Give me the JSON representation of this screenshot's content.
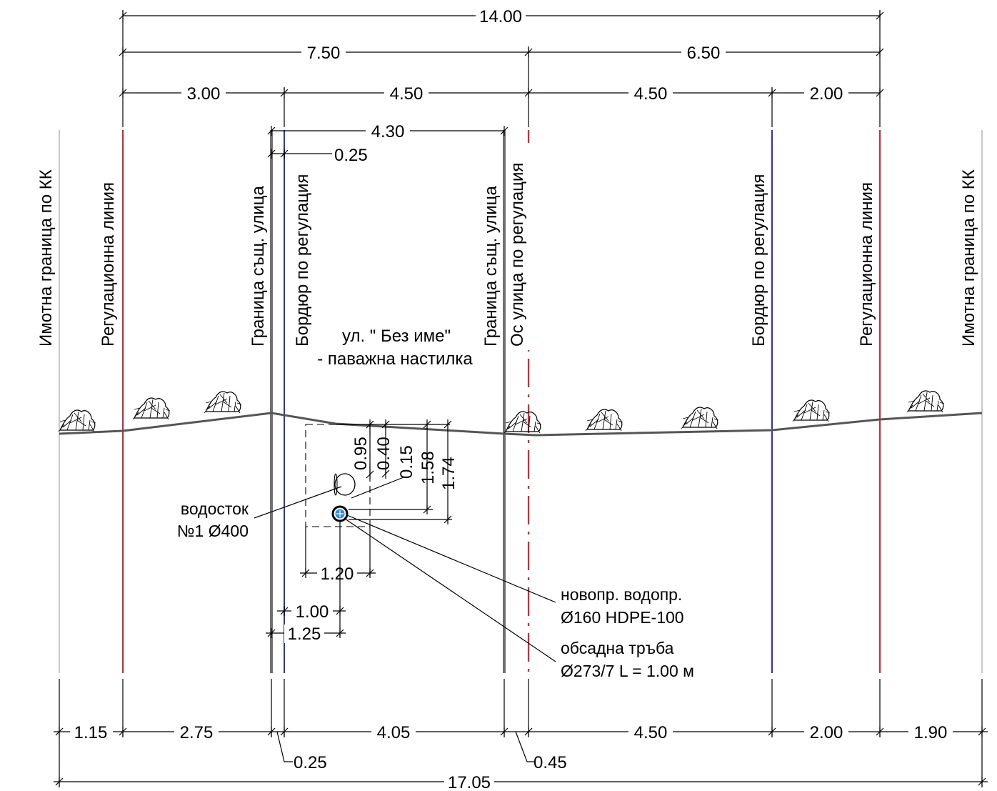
{
  "street": {
    "name": "ул. \" Без име\"",
    "pavement": "- паважна настилка"
  },
  "line_labels": {
    "property_left": "Имотна граница по КК",
    "regulation_left": "Регулационна линия",
    "existing_street_left": "Граница същ. улица",
    "curb_left": "Бордюр по регулация",
    "existing_street_right": "Граница същ. улица",
    "street_axis": "Ос улица по регулация",
    "curb_right": "Бордюр по регулация",
    "regulation_right": "Регулационна линия",
    "property_right": "Имотна граница по КК"
  },
  "top_dimensions": {
    "total": "14.00",
    "left_half": "7.50",
    "right_half": "6.50",
    "sidewalk_left": "3.00",
    "lane_left": "4.50",
    "lane_right": "4.50",
    "sidewalk_right": "2.00",
    "existing_width": "4.30",
    "curb_offset": "0.25"
  },
  "bottom_dimensions": {
    "seg1": "1.15",
    "seg2": "2.75",
    "seg3": "4.05",
    "seg4": "4.50",
    "seg5": "2.00",
    "seg6": "1.90",
    "small_left": "0.25",
    "small_right": "0.45",
    "total": "17.05"
  },
  "pipe_dimensions": {
    "d095": "0.95",
    "d040": "0.40",
    "d015": "0.15",
    "d158": "1.58",
    "d174": "1.74",
    "d120": "1.20",
    "d100": "1.00",
    "d125": "1.25"
  },
  "notes": {
    "drain_line1": "водосток",
    "drain_line2": "№1 Ø400",
    "water_line1": "новопр. водопр.",
    "water_line2": "Ø160 HDPE-100",
    "casing_line1": "обсадна тръба",
    "casing_line2": "Ø273/7  L = 1.00 м"
  },
  "colors": {
    "regulation_line": "#e8202a",
    "curb_line": "#2a2ae8",
    "existing_street": "#707070",
    "water_pipe": "#2a8ee0",
    "ground": "#555555"
  }
}
